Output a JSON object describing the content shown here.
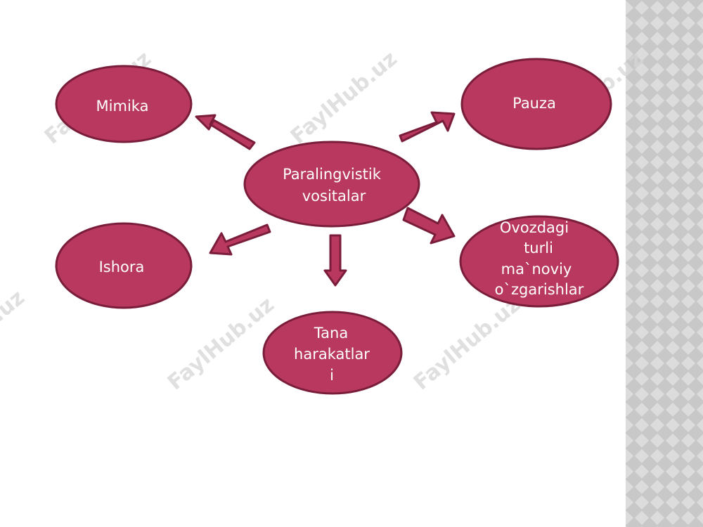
{
  "diagram": {
    "center": {
      "lines": [
        "Paralingvistik",
        "vositalar"
      ]
    },
    "nodes": [
      {
        "id": "mimika",
        "lines": [
          "Mimika"
        ]
      },
      {
        "id": "pauza",
        "lines": [
          "Pauza"
        ]
      },
      {
        "id": "ishora",
        "lines": [
          "Ishora"
        ]
      },
      {
        "id": "ovozdagi",
        "lines": [
          "Ovozdagi",
          "turli",
          "ma`noviy",
          "o`zgarishlar"
        ]
      },
      {
        "id": "tana",
        "lines": [
          "Tana",
          "harakatlar",
          "i"
        ]
      }
    ]
  },
  "watermark": "FaylHub.uz",
  "colors": {
    "node_fill": "#b8385f",
    "node_stroke": "#7a1d3b",
    "text": "#ffffff",
    "sidebar": "#c4c4c4",
    "sidebar_pattern": "#dadada"
  }
}
